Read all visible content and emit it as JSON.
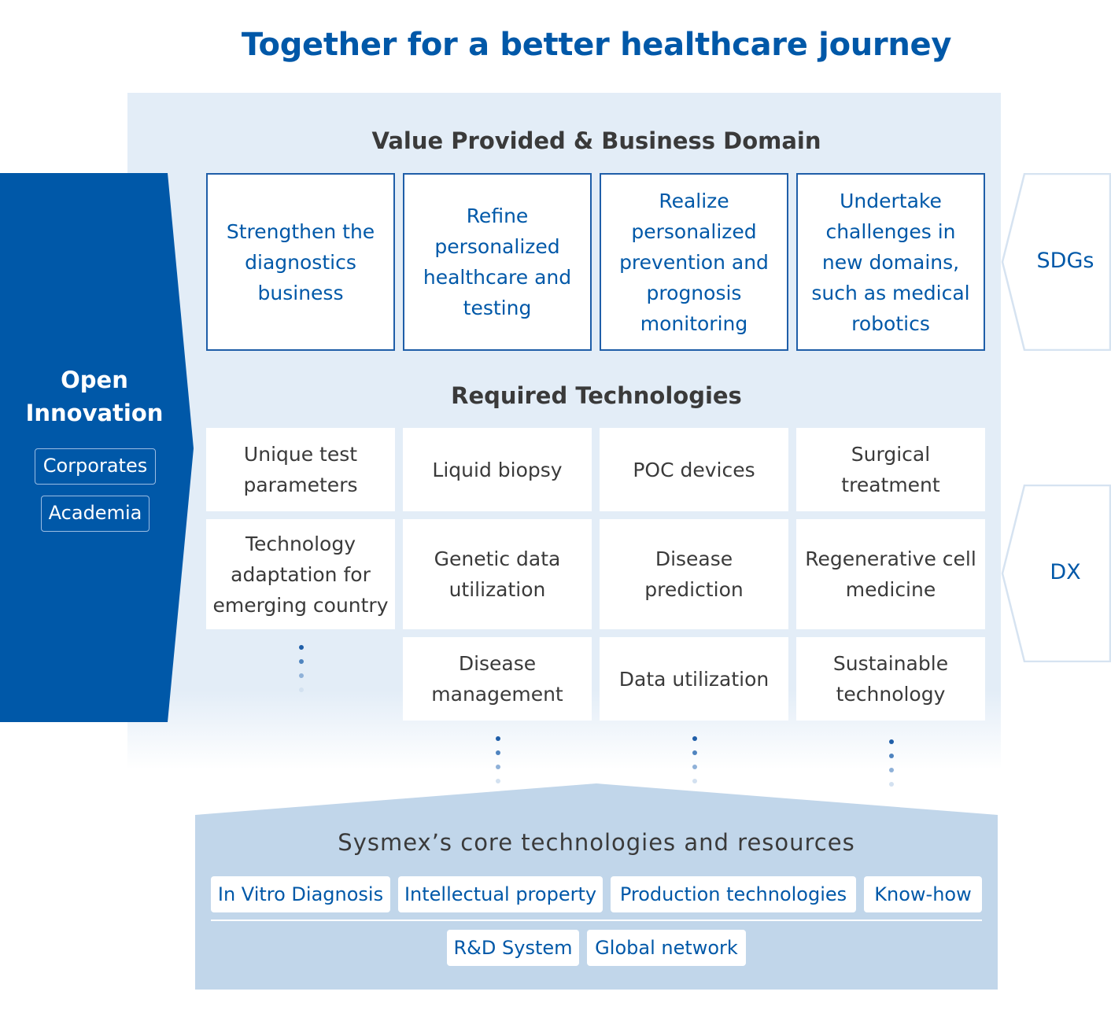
{
  "title": "Together for a better healthcare journey",
  "value_section": {
    "heading": "Value Provided & Business Domain",
    "boxes": [
      "Strengthen the diagnostics business",
      "Refine personalized healthcare and testing",
      "Realize personalized prevention and prognosis monitoring",
      "Undertake challenges in new domains, such as medical robotics"
    ]
  },
  "tech_section": {
    "heading": "Required Technologies",
    "cells": [
      "Unique test parameters",
      "Liquid biopsy",
      "POC devices",
      "Surgical treatment",
      "Technology adaptation for emerging country",
      "Genetic data utilization",
      "Disease prediction",
      "Regenerative cell medicine",
      "Disease management",
      "Data utilization",
      "Sustainable technology"
    ]
  },
  "open_innovation": {
    "title": "Open Innovation",
    "tags": [
      "Corporates",
      "Academia"
    ]
  },
  "side_labels": {
    "sdgs": "SDGs",
    "dx": "DX"
  },
  "core": {
    "title": "Sysmex’s core technologies and resources",
    "tags_row1": [
      "In Vitro Diagnosis",
      "Intellectual property",
      "Production technologies",
      "Know-how"
    ],
    "tags_row2": [
      "R&D System",
      "Global network"
    ]
  },
  "colors": {
    "brand_blue": "#0058a8",
    "panel_bg": "#e3edf7",
    "core_bg": "#c1d6ea",
    "outline_light": "#d6e3f1"
  }
}
